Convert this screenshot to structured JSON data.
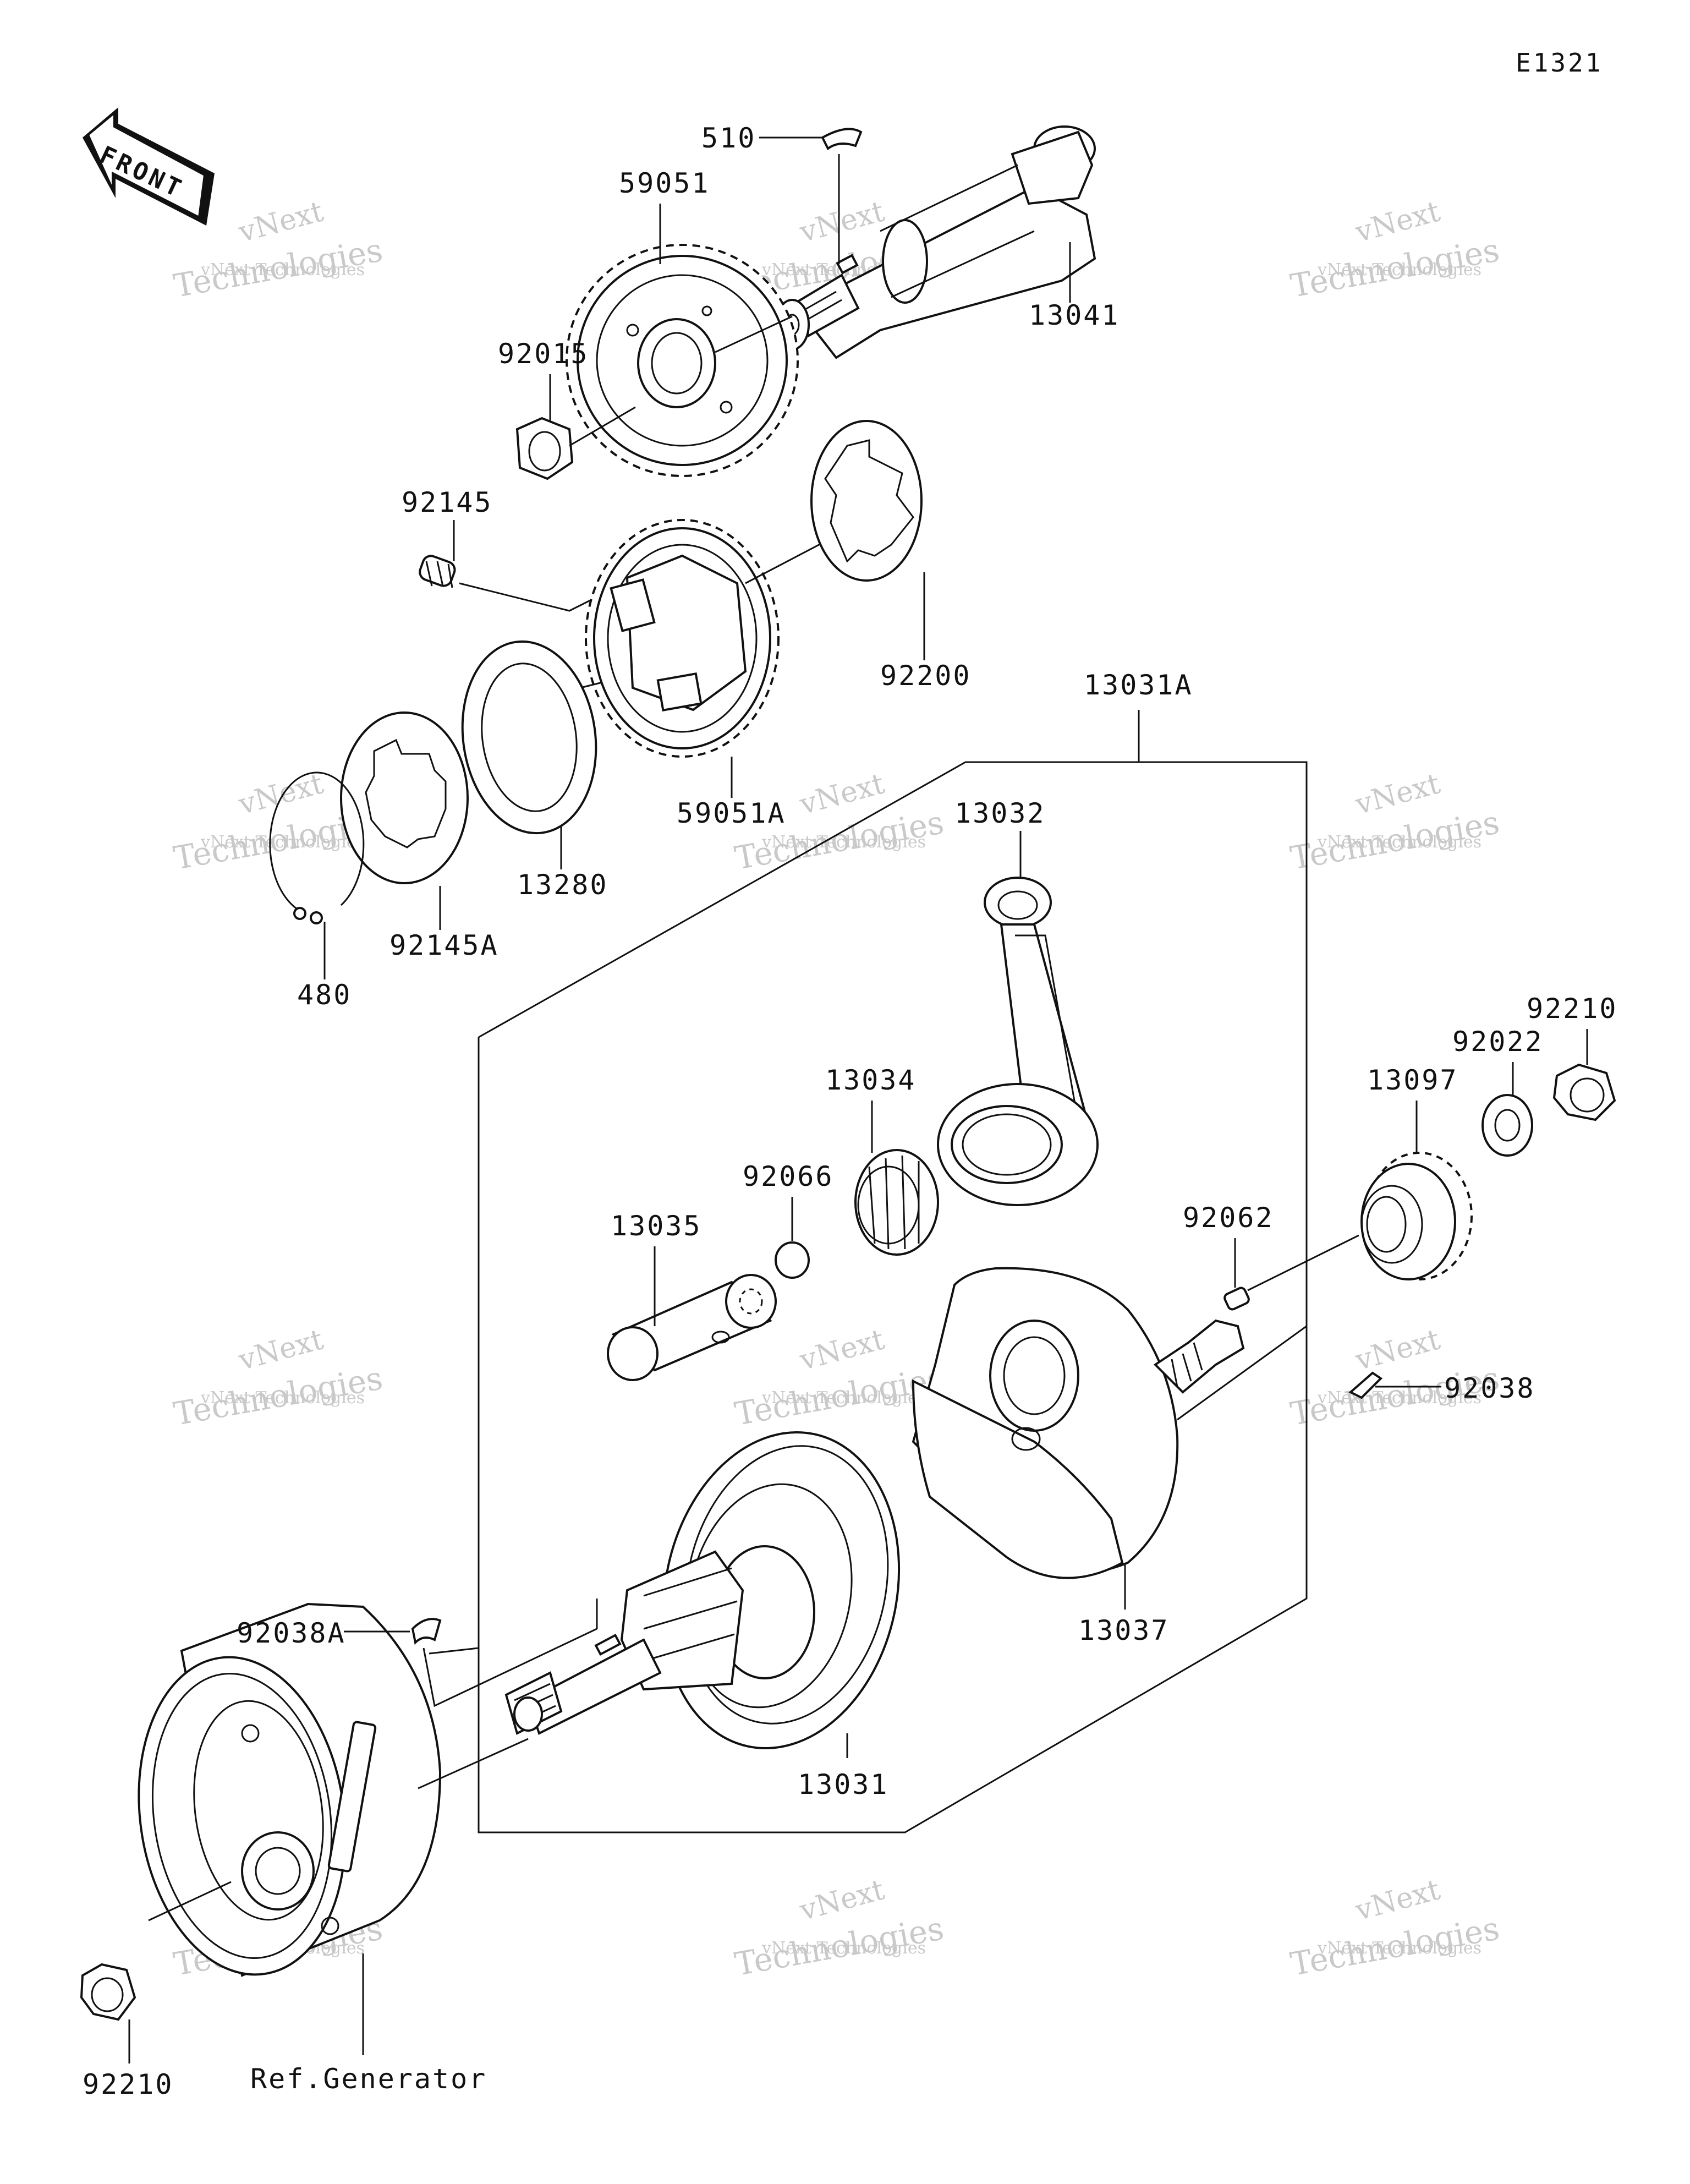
{
  "diagram_code": "E1321",
  "front_arrow_label": "FRONT",
  "watermark": {
    "top": "vNext",
    "middle": "vNext Technologies",
    "bottom": "Technologies"
  },
  "parts": {
    "p510": "510",
    "p59051": "59051",
    "p13041": "13041",
    "p92015": "92015",
    "p92145": "92145",
    "p92200": "92200",
    "p13031A": "13031A",
    "p59051A": "59051A",
    "p13032": "13032",
    "p13280": "13280",
    "p92145A": "92145A",
    "p480": "480",
    "p92210_right": "92210",
    "p92022": "92022",
    "p13097": "13097",
    "p13034": "13034",
    "p92066": "92066",
    "p13035": "13035",
    "p92062": "92062",
    "p92038": "92038",
    "p13037": "13037",
    "p92038A": "92038A",
    "p13031": "13031",
    "p92210_left": "92210",
    "ref_generator": "Ref.Generator"
  }
}
